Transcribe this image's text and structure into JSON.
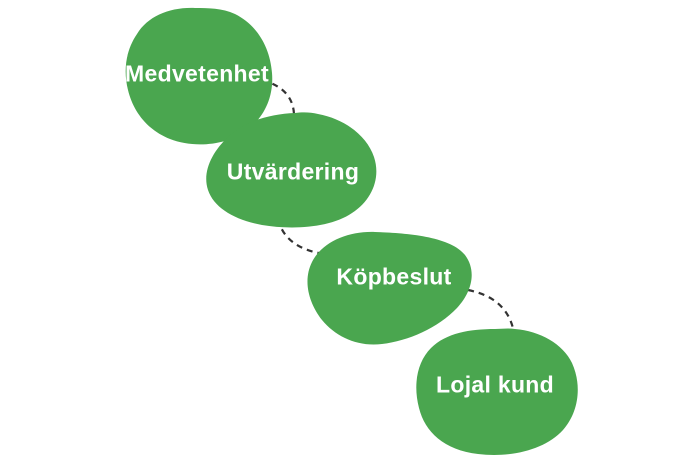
{
  "diagram": {
    "background_color": "#ffffff",
    "stage_color": "#4aa64f",
    "connector_color": "#333333",
    "label_color": "#ffffff",
    "stages": [
      {
        "label": "Medvetenhet"
      },
      {
        "label": "Utvärdering"
      },
      {
        "label": "Köpbeslut"
      },
      {
        "label": "Lojal kund"
      }
    ]
  }
}
